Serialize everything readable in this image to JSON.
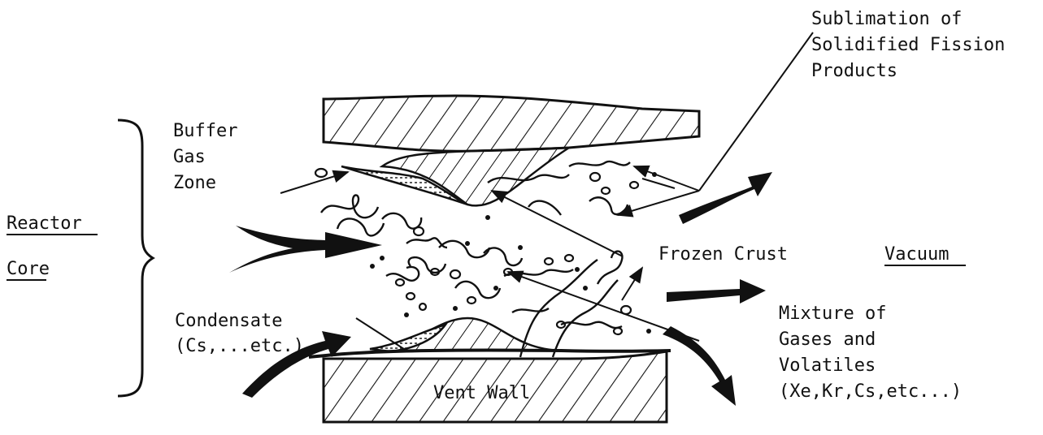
{
  "labels": {
    "reactor": "Reactor",
    "core": "Core",
    "buffer": "Buffer",
    "gas": "Gas",
    "zone": "Zone",
    "condensate": "Condensate",
    "condensate_detail": "(Cs,...etc.)",
    "vent_wall": "Vent Wall",
    "frozen_crust": "Frozen Crust",
    "vacuum": "Vacuum",
    "sublimation_1": "Sublimation of",
    "sublimation_2": "Solidified Fission",
    "sublimation_3": "Products",
    "mixture_1": "Mixture of",
    "mixture_2": "Gases and",
    "mixture_3": "Volatiles",
    "mixture_4": "(Xe,Kr,Cs,etc...)"
  }
}
